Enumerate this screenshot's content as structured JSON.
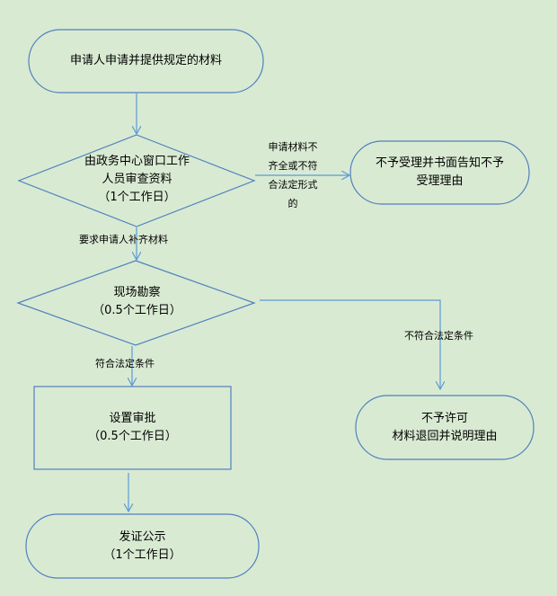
{
  "nodes": {
    "apply": "申请人申请并提供规定的材料",
    "review": "由政务中心窗口工作\n人员审查资料\n（1个工作日）",
    "reject_notice": "不予受理并书面告知不予\n受理理由",
    "inspect": "现场勘察\n（0.5个工作日）",
    "approve": "设置审批\n（0.5个工作日）",
    "deny": "不予许可\n材料退回并说明理由",
    "publish": "发证公示\n（1个工作日）"
  },
  "labels": {
    "incomplete": "申请材料不\n齐全或不符\n合法定形式\n的",
    "supplement": "要求申请人补齐材料",
    "not_compliant": "不符合法定条件",
    "compliant": "符合法定条件"
  },
  "colors": {
    "background": "#d9ead3",
    "stroke": "#4f81bd",
    "arrow": "#5b9bd5"
  }
}
